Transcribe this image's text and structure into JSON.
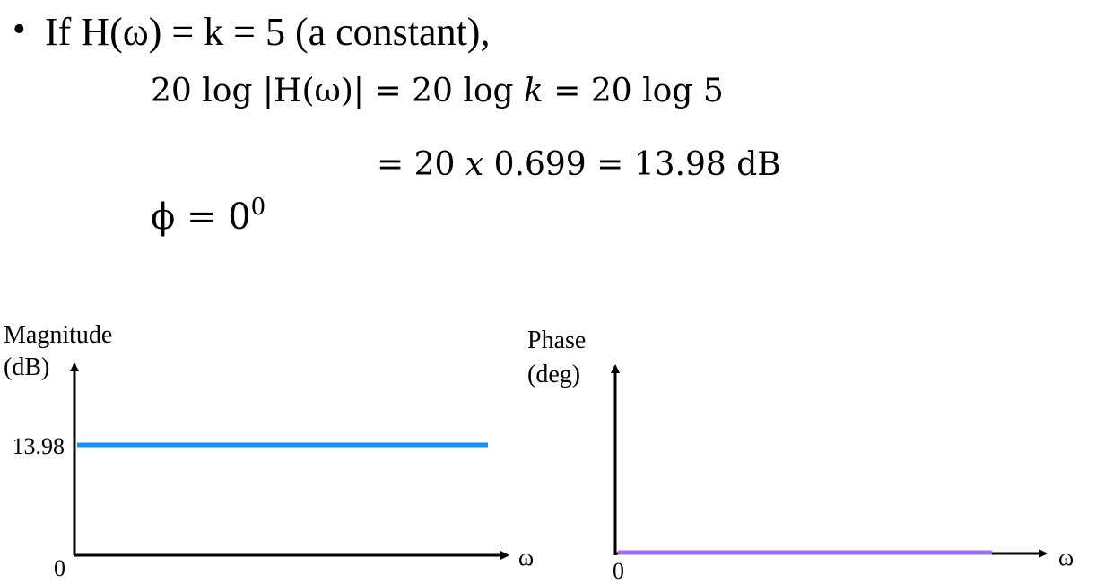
{
  "slide": {
    "bullet": "•",
    "line1": "If  H(ω) = k = 5 (a constant),",
    "line2": {
      "a": "20 log |H(ω)| = 20 log ",
      "k": "k",
      "b": " =  20 log 5"
    },
    "line3": {
      "a": "=  20 ",
      "x": "x",
      "b": " 0.699 = 13.98 dB"
    },
    "line4": {
      "phi": "ϕ =  0",
      "sup": "0"
    }
  },
  "chart_data": [
    {
      "type": "line",
      "ylabel_line1": "Magnitude",
      "ylabel_line2": "(dB)",
      "xlabel": "ω",
      "y_tick_value": "13.98",
      "origin_label": "0",
      "series": [
        {
          "values": [
            13.98,
            13.98
          ]
        }
      ],
      "color": "#1E90F0"
    },
    {
      "type": "line",
      "ylabel_line1": "Phase",
      "ylabel_line2": "(deg)",
      "xlabel": "ω",
      "origin_label": "0",
      "series": [
        {
          "values": [
            0,
            0
          ]
        }
      ],
      "color": "#9B6FE8"
    }
  ]
}
